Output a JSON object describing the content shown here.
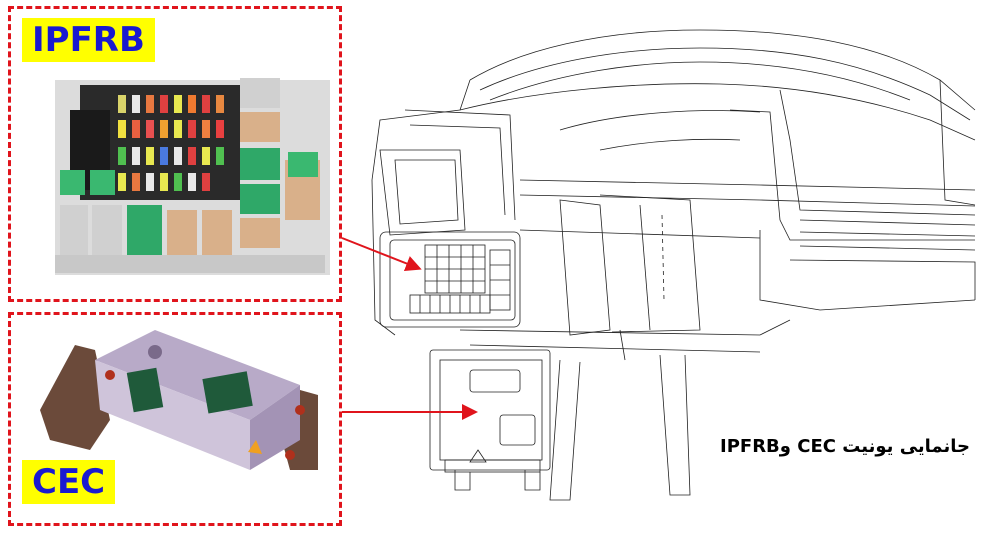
{
  "labels": {
    "ipfrb": "IPFRB",
    "cec": "CEC"
  },
  "caption": "جانمایی یونیت CEC وIPFRB",
  "colors": {
    "dashed_border": "#e0141c",
    "label_background": "#ffff00",
    "label_text": "#1a1ad0",
    "arrow": "#e0141c"
  }
}
